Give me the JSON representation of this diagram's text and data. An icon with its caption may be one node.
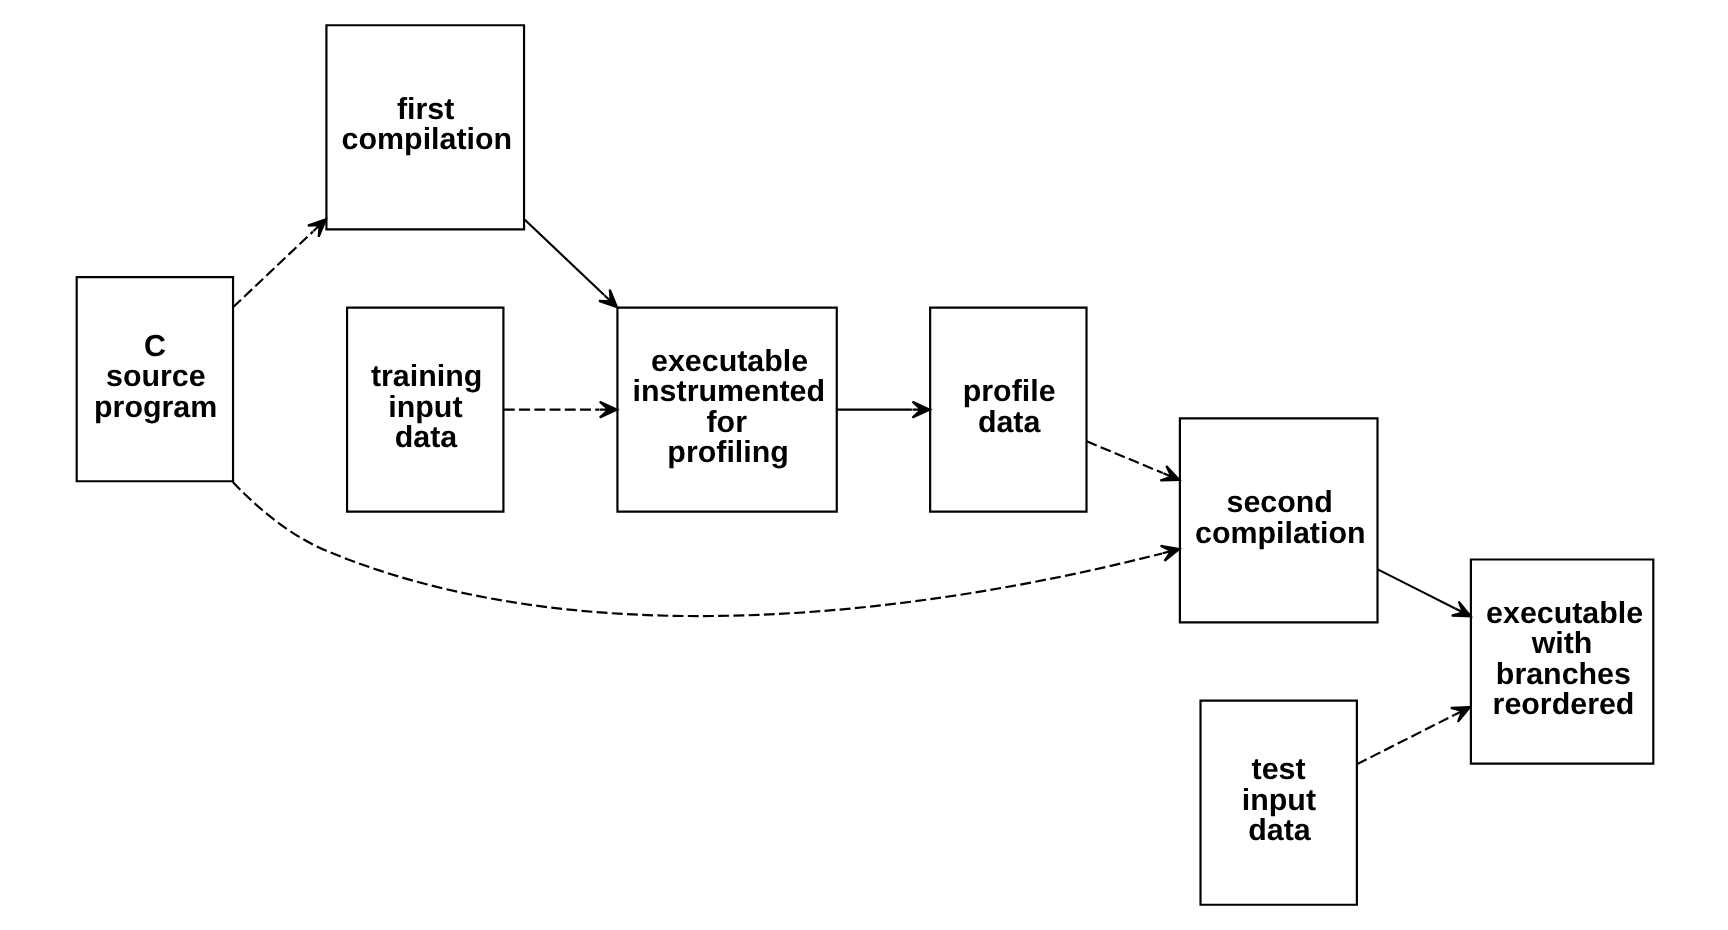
{
  "diagram": {
    "nodes": [
      {
        "text": [
          "C source program"
        ]
      },
      {
        "text": [
          "first compilation"
        ]
      },
      {
        "text": [
          "training input data"
        ]
      },
      {
        "text": [
          "executable instrumented for profiling"
        ]
      },
      {
        "text": [
          "profile data"
        ]
      },
      {
        "text": [
          "second compilation"
        ]
      },
      {
        "text": [
          "test input data"
        ]
      },
      {
        "text": [
          "executable with branches reordered"
        ]
      }
    ],
    "edges": [
      {
        "from": 0,
        "to": 1,
        "arrow": "to",
        "style": "dashed"
      },
      {
        "from": 1,
        "to": 3,
        "arrow": "to"
      },
      {
        "from": 2,
        "to": 3,
        "arrow": "to",
        "style": "dashed"
      },
      {
        "from": 3,
        "to": 4,
        "arrow": "to"
      },
      {
        "from": 4,
        "to": 5,
        "arrow": "to",
        "style": "dashed"
      },
      {
        "from": 0,
        "to": 5,
        "arrow": "to",
        "style": "dashed"
      },
      {
        "from": 5,
        "to": 7,
        "arrow": "to"
      },
      {
        "from": 6,
        "to": 7,
        "arrow": "to",
        "style": "dashed"
      }
    ]
  }
}
